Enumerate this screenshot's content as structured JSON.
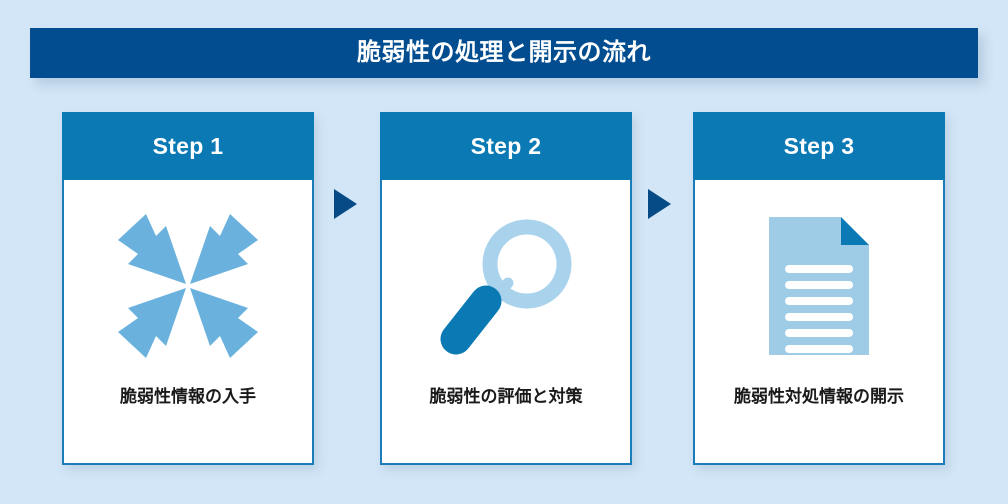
{
  "banner": {
    "title": "脆弱性の処理と開示の流れ",
    "background_color": "#024d8f",
    "text_color": "#ffffff"
  },
  "page": {
    "background_color": "#d3e6f7"
  },
  "theme": {
    "header_blue": "#0b7ab4",
    "banner_navy": "#024d8f",
    "icon_light_blue": "#79b8e0",
    "icon_mid_blue": "#9fcbe8",
    "icon_dark_blue": "#0b7ab4",
    "card_border": "#1b7cb8",
    "connector_navy": "#064a86",
    "caption_text": "#1a1a1a"
  },
  "steps": [
    {
      "header": "Step 1",
      "caption": "脆弱性情報の入手",
      "icon": "converging-arrows-icon"
    },
    {
      "header": "Step 2",
      "caption": "脆弱性の評価と対策",
      "icon": "magnifying-glass-icon"
    },
    {
      "header": "Step 3",
      "caption": "脆弱性対処情報の開示",
      "icon": "document-icon"
    }
  ],
  "connectors": [
    {
      "name": "arrow-step1-to-step2",
      "glyph": "triangle-right"
    },
    {
      "name": "arrow-step2-to-step3",
      "glyph": "triangle-right"
    }
  ]
}
